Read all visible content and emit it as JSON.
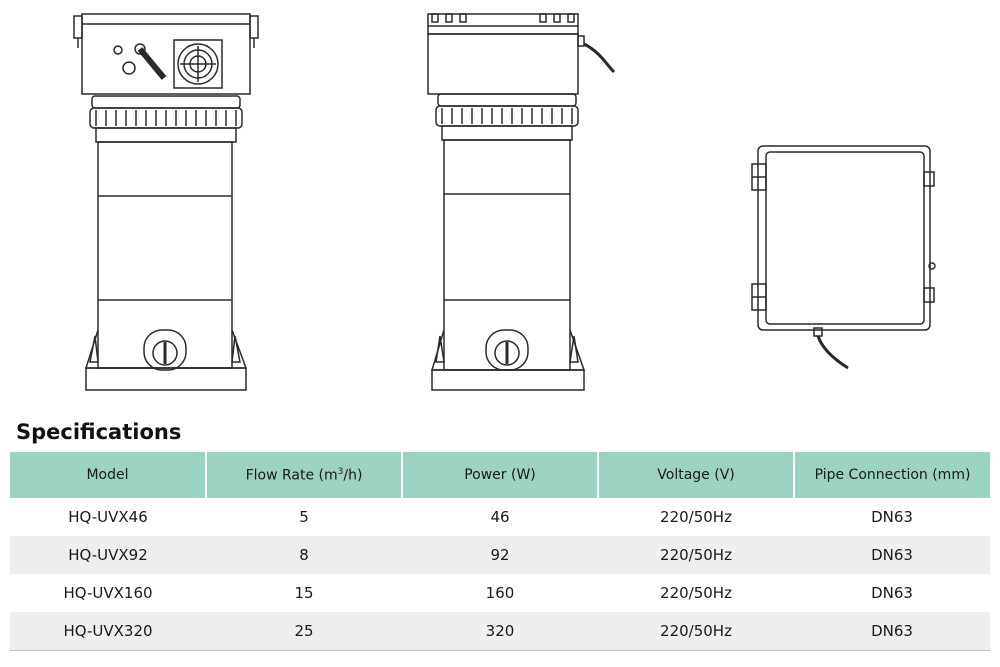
{
  "section_title": "Specifications",
  "table": {
    "headers": {
      "model": "Model",
      "flow_rate_prefix": "Flow Rate (m",
      "flow_rate_sup": "3",
      "flow_rate_suffix": "/h)",
      "power": "Power (W)",
      "voltage": "Voltage (V)",
      "pipe": "Pipe Connection (mm)"
    },
    "rows": [
      {
        "model": "HQ-UVX46",
        "flow": "5",
        "power": "46",
        "voltage": "220/50Hz",
        "pipe": "DN63"
      },
      {
        "model": "HQ-UVX92",
        "flow": "8",
        "power": "92",
        "voltage": "220/50Hz",
        "pipe": "DN63"
      },
      {
        "model": "HQ-UVX160",
        "flow": "15",
        "power": "160",
        "voltage": "220/50Hz",
        "pipe": "DN63"
      },
      {
        "model": "HQ-UVX320",
        "flow": "25",
        "power": "320",
        "voltage": "220/50Hz",
        "pipe": "DN63"
      }
    ]
  },
  "colors": {
    "header_bg": "#9bd3c3",
    "stripe_bg": "#efefef",
    "line": "#2a2a2a"
  }
}
